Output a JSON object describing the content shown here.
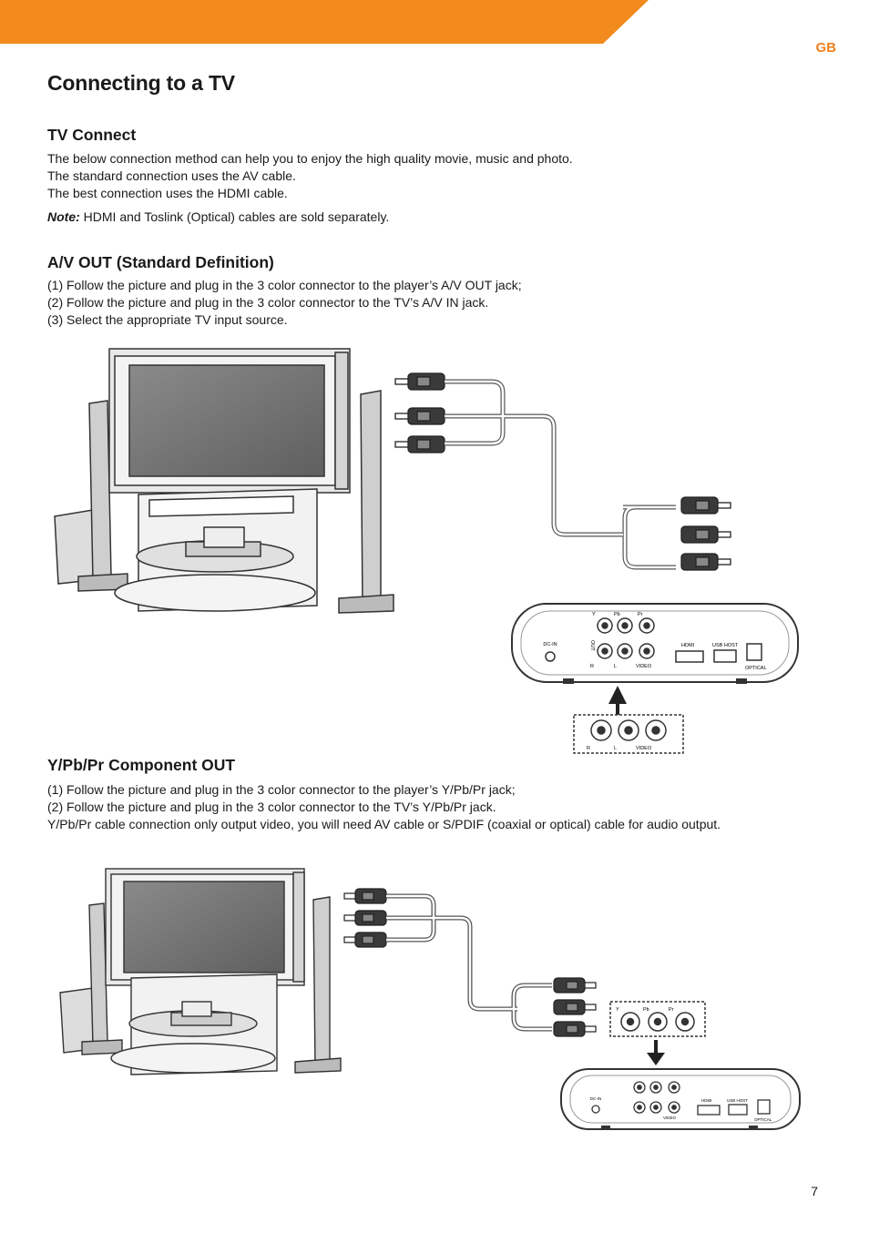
{
  "header": {
    "language_tag": "GB",
    "accent_color": "#f28a1e"
  },
  "page_title": "Connecting to a TV",
  "tv_connect": {
    "heading": "TV Connect",
    "lines": [
      "The below connection method can help you to enjoy the high quality movie, music and photo.",
      "The standard connection uses the AV cable.",
      "The best connection uses the HDMI cable."
    ],
    "note_label": "Note:",
    "note_text": " HDMI and Toslink (Optical) cables are sold separately."
  },
  "av_out": {
    "heading": "A/V OUT (Standard Definition)",
    "lines": [
      "(1) Follow the picture and plug in the 3 color connector to the player’s A/V OUT jack;",
      "(2) Follow the picture and plug in the 3 color connector to the TV’s A/V IN jack.",
      "(3) Select the appropriate TV input source."
    ]
  },
  "component_out": {
    "heading": "Y/Pb/Pr Component OUT",
    "lines": [
      "(1) Follow the picture and plug in the 3 color connector to the player’s Y/Pb/Pr jack;",
      "(2) Follow the picture and plug in the 3 color connector to the TV’s Y/Pb/Pr jack.",
      "Y/Pb/Pr cable connection only output video, you will need AV cable or S/PDIF (coaxial or optical) cable for audio output."
    ]
  },
  "player_labels": {
    "dc_in": "DC-IN",
    "out": "OUT",
    "y": "Y",
    "pb": "Pb",
    "pr": "Pr",
    "r": "R",
    "l": "L",
    "video": "VIDEO",
    "hdmi": "HDMI",
    "usb_host": "USB HOST",
    "optical": "OPTICAL"
  },
  "page_number": "7"
}
